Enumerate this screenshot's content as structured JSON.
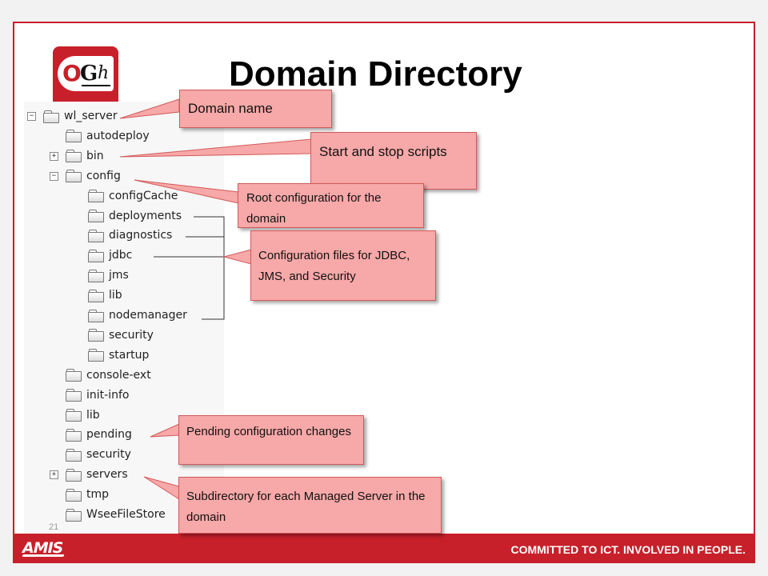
{
  "slide": {
    "title": "Domain Directory",
    "page_number": "21",
    "logo": {
      "o": "O",
      "g": "G",
      "h": "h",
      "icon": "ogh-logo"
    },
    "footer": {
      "brand": "AMIS",
      "tagline": "COMMITTED TO ICT.  INVOLVED IN PEOPLE."
    }
  },
  "tree": {
    "nodes": [
      {
        "label": "wl_server",
        "toggle": "−"
      },
      {
        "label": "autodeploy",
        "toggle": ""
      },
      {
        "label": "bin",
        "toggle": "+"
      },
      {
        "label": "config",
        "toggle": "−"
      },
      {
        "label": "configCache",
        "toggle": ""
      },
      {
        "label": "deployments",
        "toggle": ""
      },
      {
        "label": "diagnostics",
        "toggle": ""
      },
      {
        "label": "jdbc",
        "toggle": ""
      },
      {
        "label": "jms",
        "toggle": ""
      },
      {
        "label": "lib",
        "toggle": ""
      },
      {
        "label": "nodemanager",
        "toggle": ""
      },
      {
        "label": "security",
        "toggle": ""
      },
      {
        "label": "startup",
        "toggle": ""
      },
      {
        "label": "console-ext",
        "toggle": ""
      },
      {
        "label": "init-info",
        "toggle": ""
      },
      {
        "label": "lib",
        "toggle": ""
      },
      {
        "label": "pending",
        "toggle": ""
      },
      {
        "label": "security",
        "toggle": ""
      },
      {
        "label": "servers",
        "toggle": "+"
      },
      {
        "label": "tmp",
        "toggle": ""
      },
      {
        "label": "WseeFileStore",
        "toggle": ""
      }
    ]
  },
  "callouts": [
    {
      "text": "Domain name"
    },
    {
      "text": "Start and stop scripts"
    },
    {
      "text": "Root configuration for the domain"
    },
    {
      "text": "Configuration files for JDBC, JMS, and Security"
    },
    {
      "text": "Pending configuration changes"
    },
    {
      "text": "Subdirectory for each Managed Server in the domain"
    }
  ],
  "colors": {
    "accent": "#c8202a",
    "callout_fill": "#f7a8a8",
    "callout_border": "#d25a5a"
  }
}
